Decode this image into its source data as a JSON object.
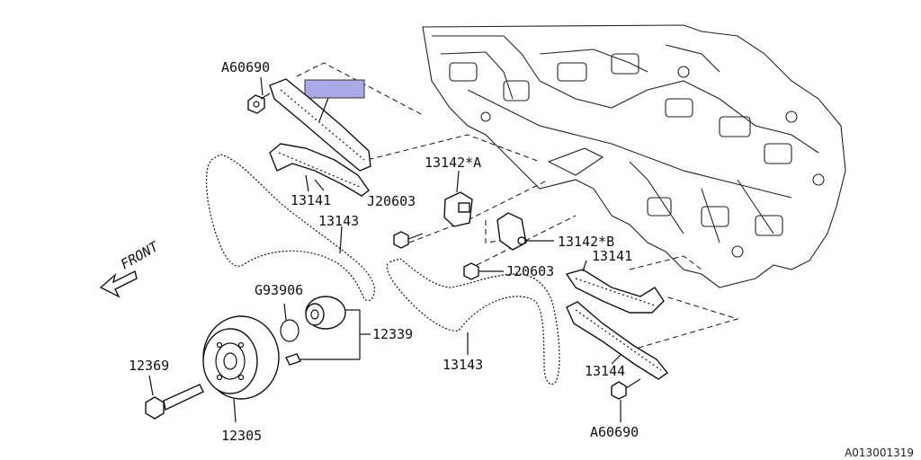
{
  "labels": {
    "a60690_top": "A60690",
    "a60690_bottom": "A60690",
    "p13141_left": "13141",
    "p13141_right": "13141",
    "p13142a": "13142*A",
    "p13142b": "13142*B",
    "j20603_upper": "J20603",
    "j20603_lower": "J20603",
    "p13143_left": "13143",
    "p13143_right": "13143",
    "p13144": "13144",
    "g93906": "G93906",
    "p12339": "12339",
    "p12369": "12369",
    "p12305": "12305",
    "front": "FRONT"
  },
  "reference_code": "A013001319",
  "colors": {
    "highlight": "#a9a9e8",
    "line": "#111111"
  }
}
